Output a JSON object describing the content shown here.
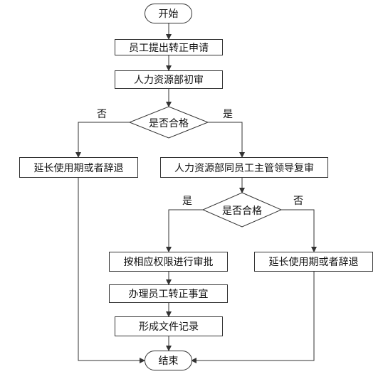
{
  "diagram": {
    "start": "开始",
    "step_apply": "员工提出转正申请",
    "step_hr_review": "人力资源部初审",
    "decision_1": "是否合格",
    "no_1_action": "延长使用期或者辞退",
    "step_joint_review": "人力资源部同员工主管领导复审",
    "decision_2": "是否合格",
    "yes_2_action": "按相应权限进行审批",
    "step_process": "办理员工转正事宜",
    "step_record": "形成文件记录",
    "no_2_action": "延长使用期或者辞退",
    "end": "结束",
    "label_yes": "是",
    "label_no": "否"
  },
  "colors": {
    "line": "#333333",
    "text": "#111111",
    "background": "#ffffff"
  }
}
